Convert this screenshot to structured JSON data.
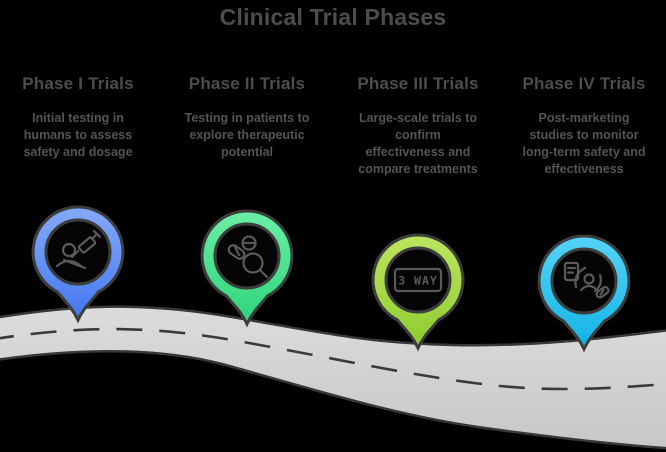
{
  "title": "Clinical Trial Phases",
  "background_color": "#000000",
  "text_color": "#4d4d4d",
  "road": {
    "fill_top": "#dcdcdc",
    "fill_bottom": "#c7c7c7",
    "outline_color": "#383838",
    "dash_color": "#3a3a3a"
  },
  "phases": [
    {
      "heading": "Phase I Trials",
      "description": "Initial testing in\nhumans to assess\nsafety and dosage",
      "icon": "syringe-person-icon",
      "pin": {
        "light": "#84abf9",
        "base": "#4377ef"
      }
    },
    {
      "heading": "Phase II Trials",
      "description": "Testing in patients to\nexplore therapeutic\npotential",
      "icon": "pills-magnifier-icon",
      "pin": {
        "light": "#6ceea4",
        "base": "#2ed47b"
      }
    },
    {
      "heading": "Phase III Trials",
      "description": "Large-scale trials to\nconfirm\neffectiveness and\ncompare treatments",
      "icon": "three-way-sign-icon",
      "sign_label": "3 WAY",
      "pin": {
        "light": "#bce55e",
        "base": "#8ecb2f"
      }
    },
    {
      "heading": "Phase IV Trials",
      "description": "Post-marketing\nstudies to monitor\nlong-term safety and\neffectiveness",
      "icon": "document-patient-pill-icon",
      "pin": {
        "light": "#55d4f7",
        "base": "#12b3e6"
      }
    }
  ],
  "icon_stroke_color": "#5a5a5a"
}
